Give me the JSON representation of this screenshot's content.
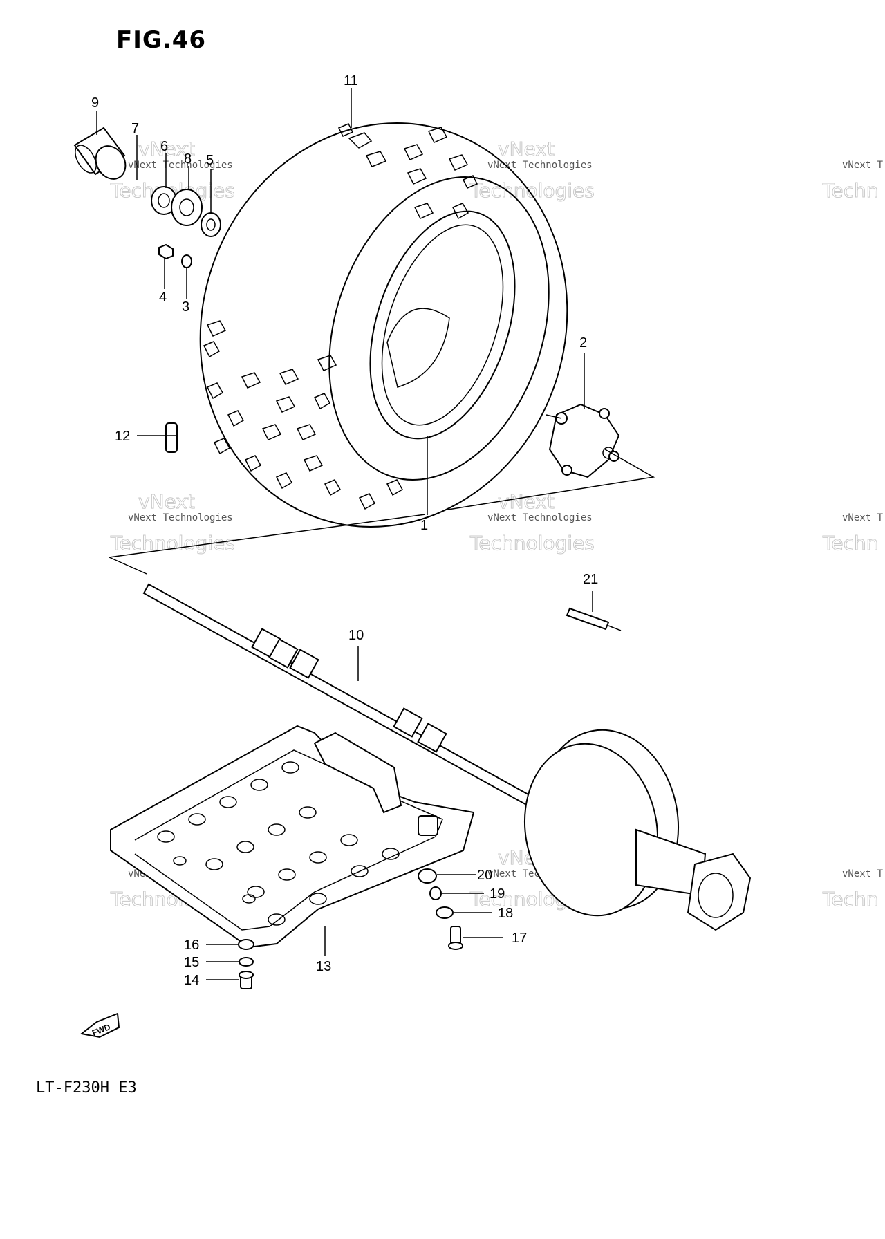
{
  "figure_title": "FIG.46",
  "model_label": "LT-F230H E3",
  "fwd_label": "FWD",
  "watermark": {
    "line1": "vNext",
    "line2": "vNext Technologies",
    "line3": "Technologies",
    "partial1": "vN",
    "partial2": "vNext T",
    "partial3": "Techn"
  },
  "callouts": [
    "1",
    "2",
    "3",
    "4",
    "5",
    "6",
    "7",
    "8",
    "9",
    "10",
    "11",
    "12",
    "13",
    "14",
    "15",
    "16",
    "17",
    "18",
    "19",
    "20",
    "21"
  ]
}
